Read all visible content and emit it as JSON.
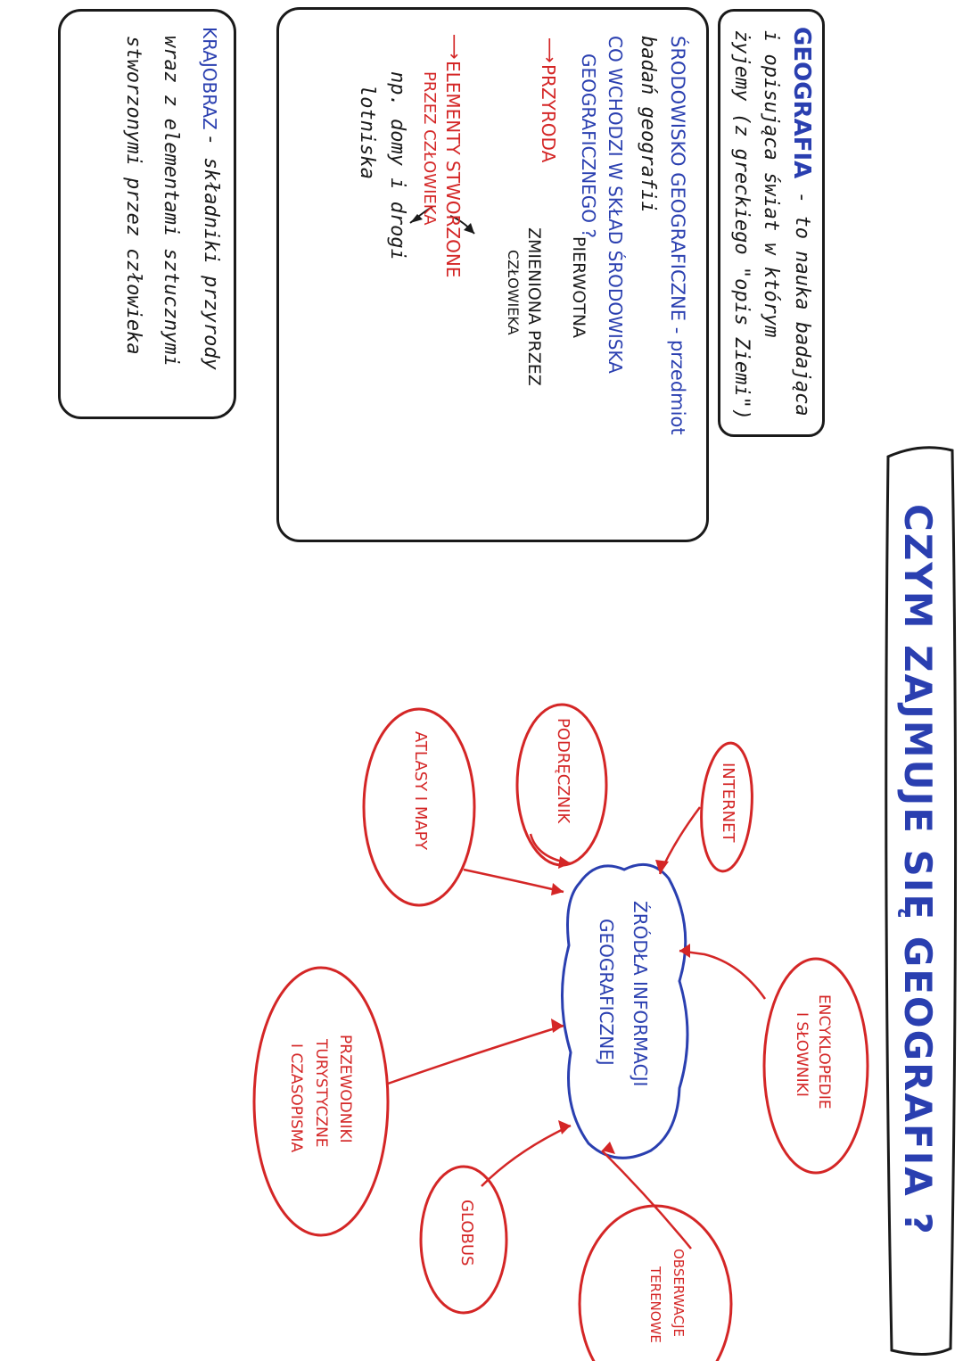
{
  "title": "CZYM ZAJMUJE SIĘ GEOGRAFIA ?",
  "definition_box": {
    "term": "GEOGRAFIA",
    "line1_rest": "- to nauka badająca",
    "line2": "i opisująca     świat w którym",
    "line3": "żyjemy (z greckiego \"opis Ziemi\")"
  },
  "environment_box": {
    "line1": "ŚRODOWISKO GEOGRAFICZNE - przedmiot",
    "line2": "badań geografii",
    "line3": "CO WCHODZI W SKŁAD ŚRODOWISKA",
    "line4": "GEOGRAFICZNEGO ?",
    "nature_label": "PRZYRODA",
    "nature_branch_1": "PIERWOTNA",
    "nature_branch_2a": "ZMIENIONA PRZEZ",
    "nature_branch_2b": "CZŁOWIEKA",
    "human_elements_1": "ELEMENTY STWORZONE",
    "human_elements_2": "PRZEZ CZŁOWIEKA",
    "example_1": "np.   domy i drogi",
    "example_2": "lotniska"
  },
  "landscape_box": {
    "term": "KRAJOBRAZ",
    "line1_rest": " - składniki przyrody",
    "line2": "wraz z    elementami sztucznymi",
    "line3": "stworzonymi   przez człowieka"
  },
  "mindmap": {
    "center_1": "ŹRÓDŁA INFORMACJI",
    "center_2": "GEOGRAFICZNEJ",
    "nodes": {
      "internet": "INTERNET",
      "podrecznik": "PODRĘCZNIK",
      "atlasy": "ATLASY I MAPY",
      "encyklopedie_1": "ENCYKLOPEDIE",
      "encyklopedie_2": "I SŁOWNIKI",
      "przewodniki_1": "PRZEWODNIKI",
      "przewodniki_2": "TURYSTYCZNE",
      "przewodniki_3": "I CZASOPISMA",
      "globus": "GLOBUS",
      "obserwacje_1": "OBSERWACJE",
      "obserwacje_2": "TERENOWE"
    }
  },
  "colors": {
    "blue_ink": "#2a3fb0",
    "red_ink": "#d42626",
    "black_ink": "#1a1a1a"
  }
}
